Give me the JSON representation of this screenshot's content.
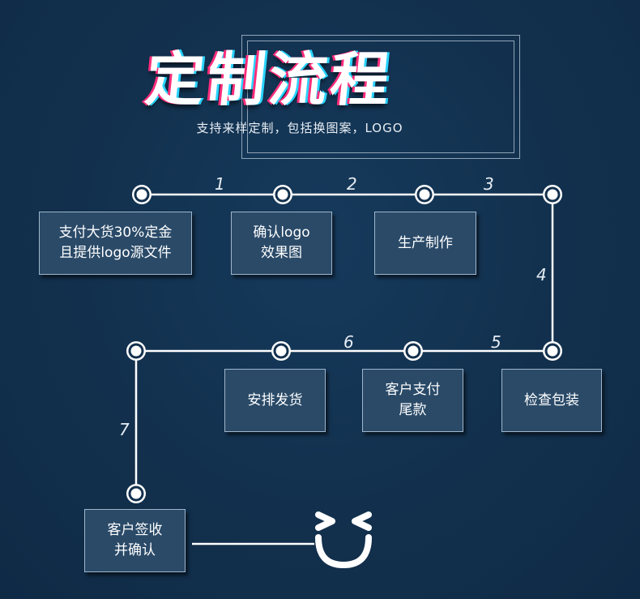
{
  "header": {
    "title": "定制流程",
    "subtitle": "支持来样定制，包括换图案，LOGO"
  },
  "steps": [
    {
      "number": "",
      "line1": "支付大货30%定金",
      "line2": "且提供logo源文件"
    },
    {
      "number": "1",
      "line1": "确认logo",
      "line2": "效果图"
    },
    {
      "number": "2",
      "line1": "生产制作",
      "line2": ""
    },
    {
      "number": "3",
      "line1": "",
      "line2": ""
    },
    {
      "number": "4",
      "line1": "检查包装",
      "line2": ""
    },
    {
      "number": "5",
      "line1": "客户支付",
      "line2": "尾款"
    },
    {
      "number": "6",
      "line1": "安排发货",
      "line2": ""
    },
    {
      "number": "7",
      "line1": "客户签收",
      "line2": "并确认"
    }
  ],
  "colors": {
    "background": "#12304d",
    "box_fill": "#2a4a68",
    "line": "#ffffff",
    "title_glitch_pink": "#ff2d7a",
    "title_glitch_cyan": "#2ad4ff"
  },
  "icons": {
    "end": "smiley-face-icon"
  }
}
